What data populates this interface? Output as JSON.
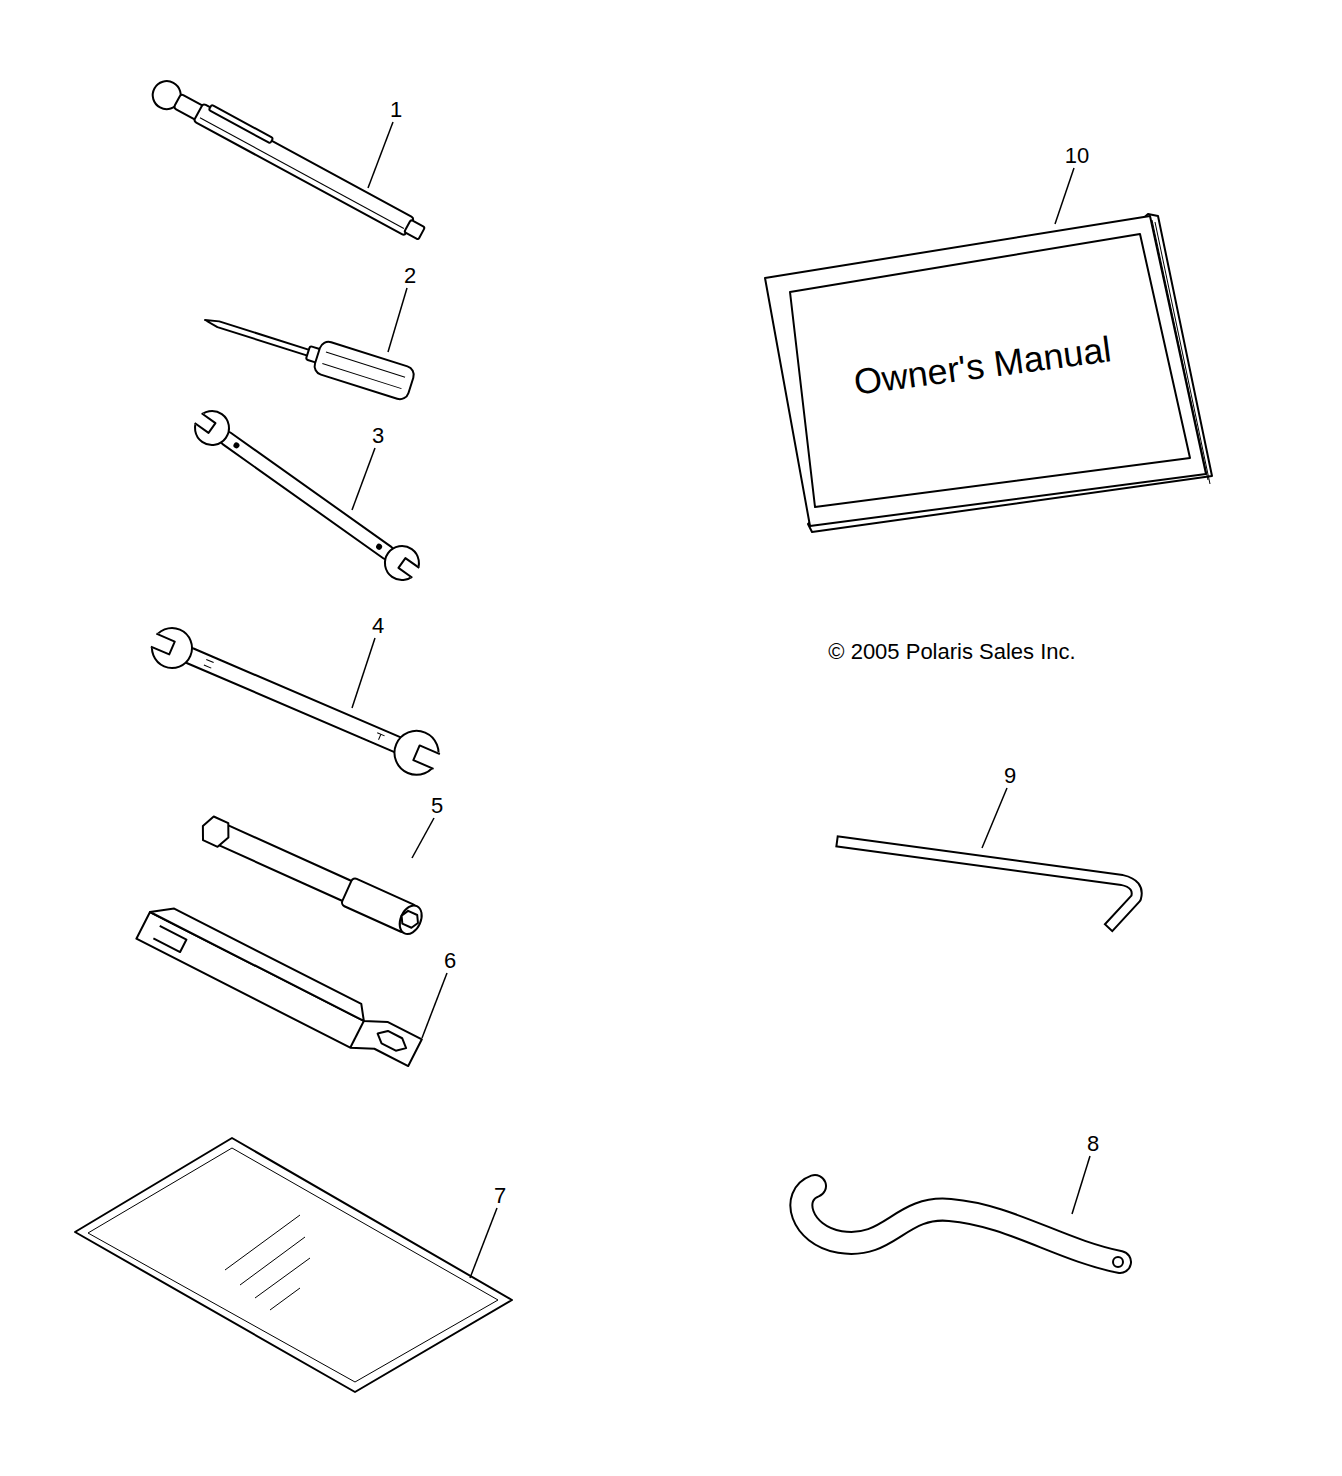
{
  "diagram": {
    "labels": [
      "1",
      "2",
      "3",
      "4",
      "5",
      "6",
      "7",
      "8",
      "9",
      "10",
      "Owner's Manual",
      "© 2005 Polaris Sales Inc."
    ]
  }
}
